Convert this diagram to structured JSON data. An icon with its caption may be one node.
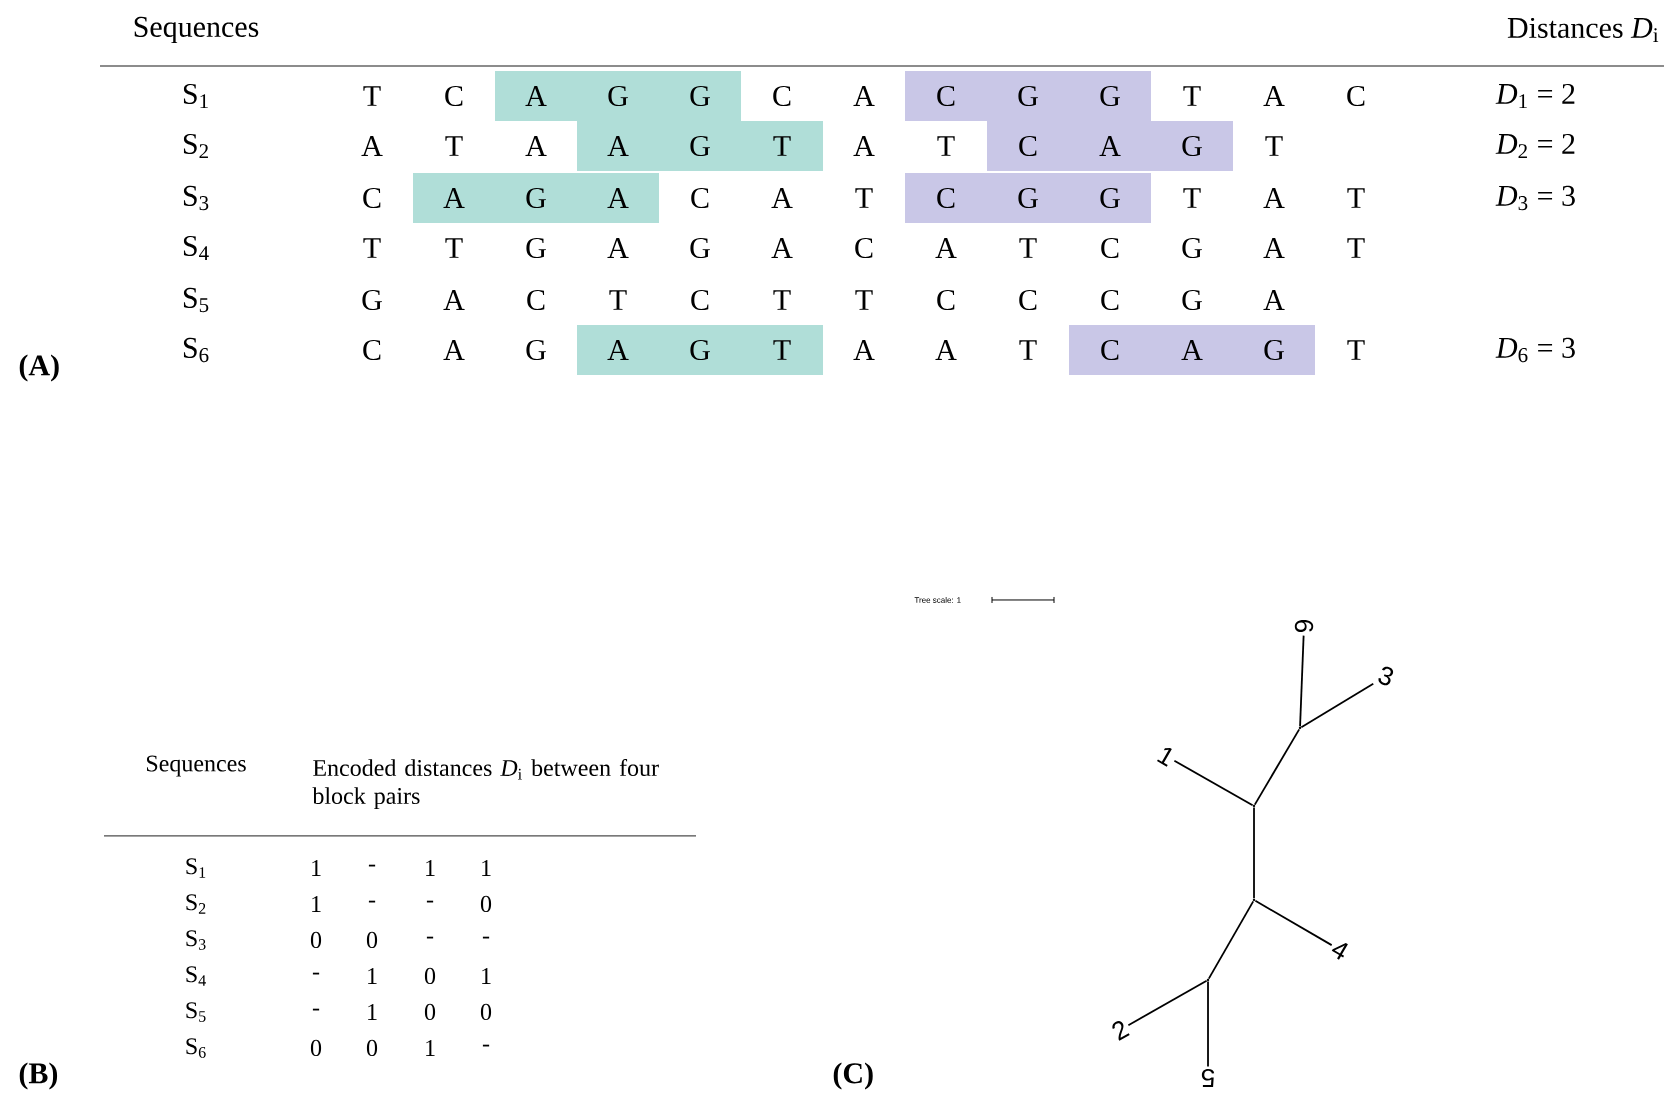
{
  "diagram": {
    "nodes": [
      {
        "text": [
          "6"
        ]
      },
      {
        "text": [
          "3"
        ]
      },
      {
        "text": [
          "1"
        ]
      },
      {
        "text": [
          "4"
        ]
      },
      {
        "text": [
          "2"
        ]
      },
      {
        "text": [
          "5"
        ]
      },
      {
        "text": [],
        "shape": "point"
      },
      {
        "text": [],
        "shape": "point"
      },
      {
        "text": [],
        "shape": "point"
      },
      {
        "text": [],
        "shape": "point"
      }
    ],
    "edges": [
      {
        "from": 6,
        "to": 0,
        "arrow": "none"
      },
      {
        "from": 6,
        "to": 1,
        "arrow": "none"
      },
      {
        "from": 6,
        "to": 7,
        "arrow": "none"
      },
      {
        "from": 7,
        "to": 2,
        "arrow": "none"
      },
      {
        "from": 7,
        "to": 8,
        "arrow": "none"
      },
      {
        "from": 8,
        "to": 3,
        "arrow": "none"
      },
      {
        "from": 8,
        "to": 9,
        "arrow": "none"
      },
      {
        "from": 9,
        "to": 4,
        "arrow": "none"
      },
      {
        "from": 9,
        "to": 5,
        "arrow": "none"
      }
    ],
    "labels": [
      "Sequences",
      "Distances *D*$_{i}$",
      "S$_{1}$",
      "T",
      "C",
      "A",
      "G",
      "G",
      "C",
      "A",
      "C",
      "G",
      "G",
      "T",
      "A",
      "C",
      "*D*$_{1}$ = 2",
      "S$_{2}$",
      "A",
      "T",
      "A",
      "A",
      "G",
      "T",
      "A",
      "T",
      "C",
      "A",
      "G",
      "T",
      "*D*$_{2}$ = 2",
      "S$_{3}$",
      "C",
      "A",
      "G",
      "A",
      "C",
      "A",
      "T",
      "C",
      "G",
      "G",
      "T",
      "A",
      "T",
      "*D*$_{3}$ = 3",
      "S$_{4}$",
      "T",
      "T",
      "G",
      "A",
      "G",
      "A",
      "C",
      "A",
      "T",
      "C",
      "G",
      "A",
      "T",
      "S$_{5}$",
      "G",
      "A",
      "C",
      "T",
      "C",
      "T",
      "T",
      "C",
      "C",
      "C",
      "G",
      "A",
      "S$_{6}$",
      "C",
      "A",
      "G",
      "A",
      "G",
      "T",
      "A",
      "A",
      "T",
      "C",
      "A",
      "G",
      "T",
      "*D*$_{6}$ = 3",
      "(A)",
      "Sequences",
      "Encoded distances *D*$_{i}$ between four block pairs",
      "S$_{1}$",
      "1",
      "-",
      "1",
      "1",
      "S$_{2}$",
      "1",
      "-",
      "-",
      "0",
      "S$_{3}$",
      "0",
      "0",
      "-",
      "-",
      "S$_{4}$",
      "-",
      "1",
      "0",
      "1",
      "S$_{5}$",
      "-",
      "1",
      "0",
      "0",
      "S$_{6}$",
      "0",
      "0",
      "1",
      "-",
      "(B)",
      "Tree scale: 1",
      "(C)"
    ]
  }
}
